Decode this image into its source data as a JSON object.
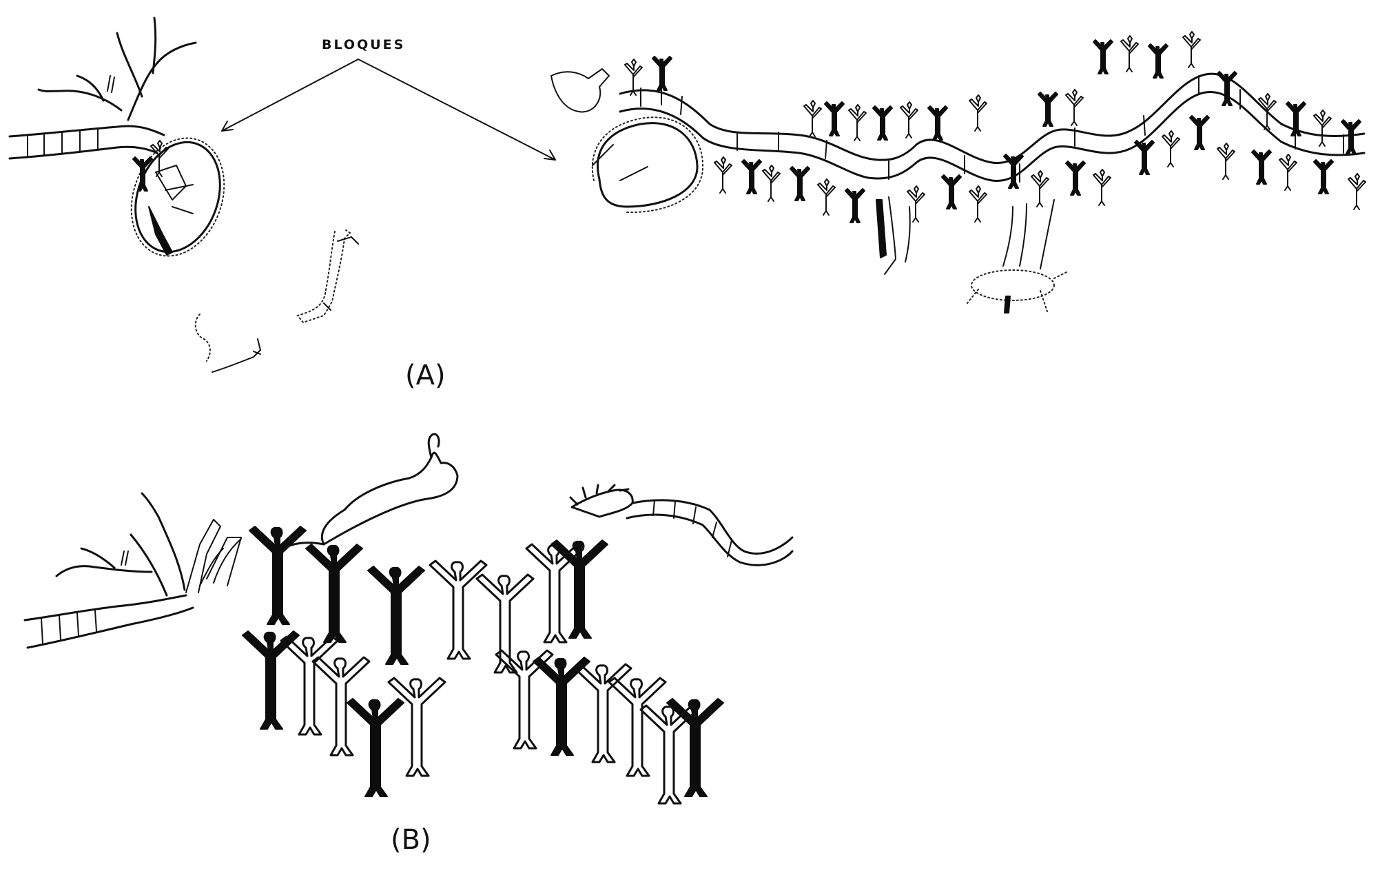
{
  "labels": {
    "bloques": "BLOQUES",
    "panel_a": "(A)",
    "panel_b": "(B)"
  },
  "colors": {
    "ink": "#111111",
    "background": "#ffffff"
  }
}
